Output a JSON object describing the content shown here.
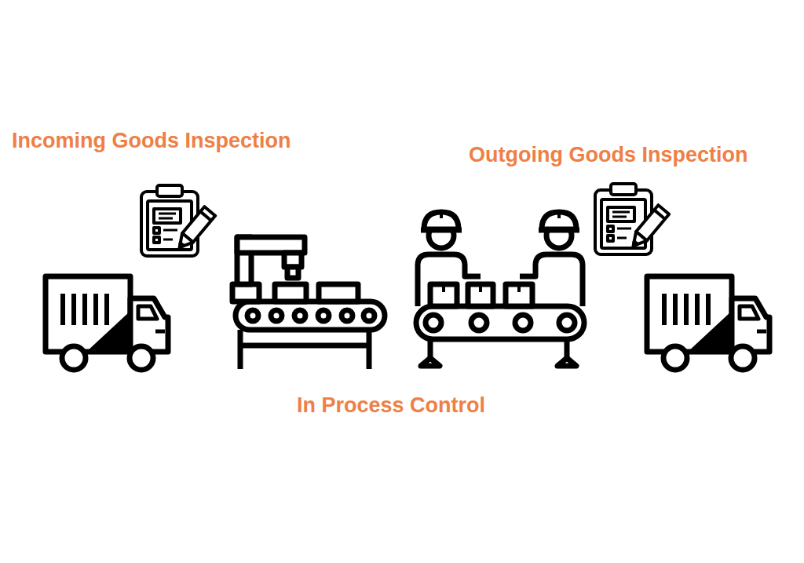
{
  "diagram": {
    "labels": [
      "Incoming Goods Inspection",
      "Outgoing Goods Inspection",
      "In Process Control"
    ]
  }
}
